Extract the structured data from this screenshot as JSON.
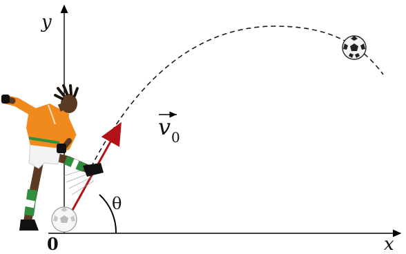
{
  "labels": {
    "y_axis": "y",
    "x_axis": "x",
    "origin": "0",
    "velocity_symbol": "v",
    "velocity_subscript": "0",
    "angle": "θ"
  },
  "colors": {
    "axis": "#000000",
    "trajectory": "#1a1a1a",
    "velocity_vector": "#b31217",
    "jersey": "#f08a1c",
    "jersey_trim": "#2f8f3e",
    "skin": "#5a3a22"
  },
  "icons": {
    "player": "soccer-player-kicking",
    "ball_start": "soccer-ball-icon",
    "ball_flight": "soccer-ball-icon"
  }
}
